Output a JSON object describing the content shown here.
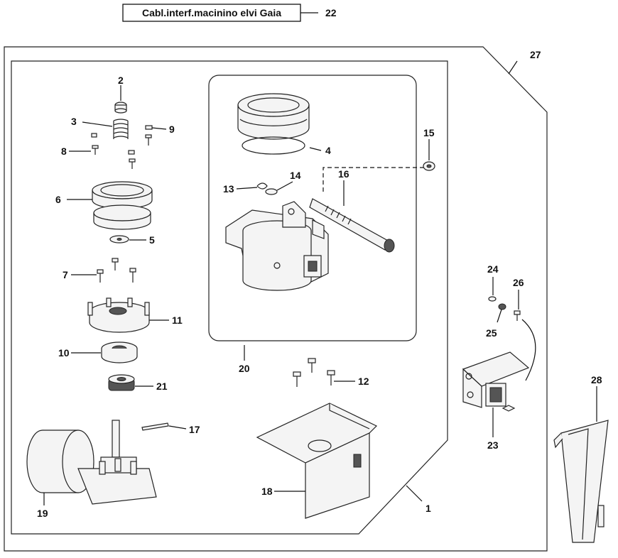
{
  "title_box": {
    "text": "Cabl.interf.macinino elvi Gaia",
    "number": "22"
  },
  "callouts": [
    "1",
    "2",
    "3",
    "4",
    "5",
    "6",
    "7",
    "8",
    "9",
    "10",
    "11",
    "12",
    "13",
    "14",
    "15",
    "16",
    "17",
    "18",
    "19",
    "20",
    "21",
    "23",
    "24",
    "25",
    "26",
    "27",
    "28"
  ],
  "colors": {
    "line": "#222222",
    "background": "#ffffff"
  }
}
